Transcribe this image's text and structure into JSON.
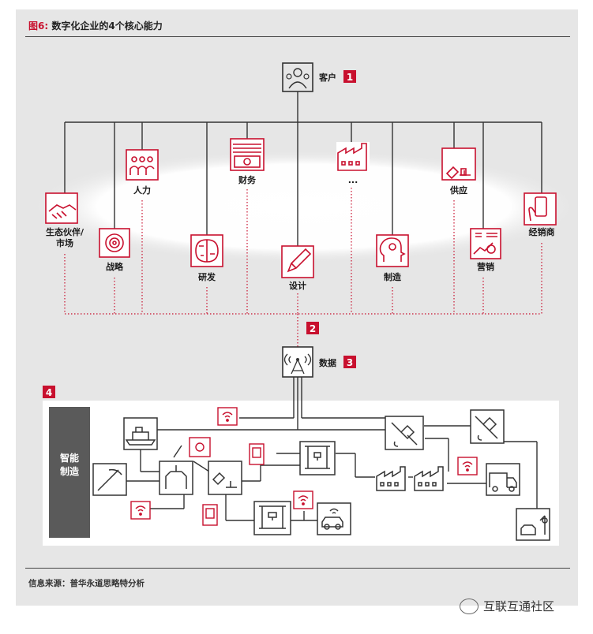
{
  "header": {
    "fig_label": "图6:",
    "title": "数字化企业的4个核心能力"
  },
  "source": "信息来源：普华永道思略特分析",
  "watermark": "互联互通社区",
  "badges": [
    "1",
    "2",
    "3",
    "4"
  ],
  "customer": {
    "label": "客户",
    "icon": "customer-icon"
  },
  "capabilities": [
    {
      "label": "生态伙伴/",
      "label2": "市场",
      "icon": "handshake-icon"
    },
    {
      "label": "战略",
      "icon": "target-icon"
    },
    {
      "label": "人力",
      "icon": "people-icon"
    },
    {
      "label": "研发",
      "icon": "brain-circuit-icon"
    },
    {
      "label": "财务",
      "icon": "money-icon"
    },
    {
      "label": "设计",
      "icon": "pencil-icon"
    },
    {
      "label": "...",
      "icon": "factory-icon"
    },
    {
      "label": "制造",
      "icon": "head-gear-icon"
    },
    {
      "label": "供应",
      "icon": "supply-icon"
    },
    {
      "label": "营销",
      "icon": "marketing-chart-icon"
    },
    {
      "label": "经销商",
      "icon": "phone-hand-icon"
    }
  ],
  "data_node": {
    "label": "数据",
    "icon": "antenna-icon"
  },
  "smart_manufacturing": {
    "label_line1": "智能",
    "label_line2": "制造"
  },
  "colors": {
    "accent": "#c8102e",
    "line": "#333333",
    "dotted": "#c8102e",
    "panel": "#e6e6e6"
  }
}
